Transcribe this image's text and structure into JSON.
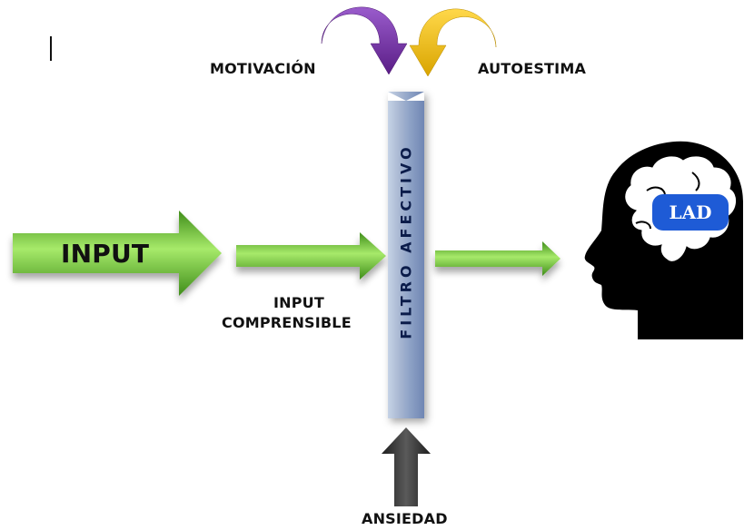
{
  "labels": {
    "input": "INPUT",
    "input_comprehensible_line1": "INPUT",
    "input_comprehensible_line2": "COMPRENSIBLE",
    "filter": "FILTRO AFECTIVO",
    "motivation": "MOTIVACIÓN",
    "self_esteem": "AUTOESTIMA",
    "anxiety": "ANSIEDAD",
    "lad": "LAD"
  },
  "colors": {
    "arrow_green": "#6fcf2f",
    "filter_blue": "#8ea2c6",
    "motivation_purple": "#7a2fa8",
    "self_esteem_yellow": "#f2c10e",
    "anxiety_gray": "#3c3c3c",
    "head_black": "#000000",
    "lad_blue": "#1e5bd6"
  },
  "icons": {
    "motivation_arrow": "curved-arrow-down-icon",
    "self_esteem_arrow": "curved-arrow-down-icon",
    "anxiety_arrow": "arrow-up-icon",
    "head": "head-silhouette-icon",
    "brain": "brain-icon"
  }
}
